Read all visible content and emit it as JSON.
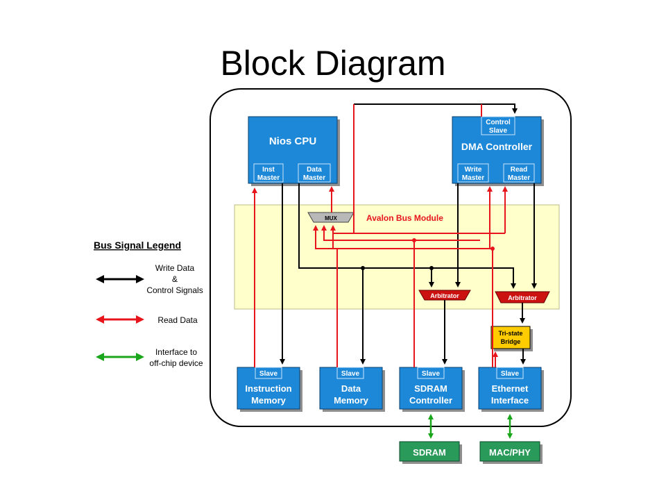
{
  "title": "Block Diagram",
  "blocks": {
    "cpu": {
      "name": "Nios CPU",
      "port1_l1": "Inst",
      "port1_l2": "Master",
      "port2_l1": "Data",
      "port2_l2": "Master"
    },
    "dma": {
      "name": "DMA Controller",
      "ctrl_l1": "Control",
      "ctrl_l2": "Slave",
      "port1_l1": "Write",
      "port1_l2": "Master",
      "port2_l1": "Read",
      "port2_l2": "Master"
    },
    "bus": {
      "name": "Avalon Bus Module",
      "mux": "MUX",
      "arbitrator1": "Arbitrator",
      "arbitrator2": "Arbitrator",
      "bridge_l1": "Tri-state",
      "bridge_l2": "Bridge"
    },
    "inst_mem": {
      "slave": "Slave",
      "l1": "Instruction",
      "l2": "Memory"
    },
    "data_mem": {
      "slave": "Slave",
      "l1": "Data",
      "l2": "Memory"
    },
    "sdram_ctrl": {
      "slave": "Slave",
      "l1": "SDRAM",
      "l2": "Controller"
    },
    "eth": {
      "slave": "Slave",
      "l1": "Ethernet",
      "l2": "Interface"
    },
    "sdram": "SDRAM",
    "macphy": "MAC/PHY"
  },
  "legend": {
    "title": "Bus Signal Legend",
    "write_l1": "Write Data",
    "write_l2": "&",
    "write_l3": "Control Signals",
    "read": "Read Data",
    "iface_l1": "Interface to",
    "iface_l2": "off-chip device"
  },
  "colors": {
    "block_blue": "#1e88d8",
    "bus_yellow": "#ffffcc",
    "red_signal": "#e8141c",
    "green_signal": "#1aa61a",
    "green_block": "#2a9a5a",
    "bridge_yellow": "#ffcc00"
  }
}
